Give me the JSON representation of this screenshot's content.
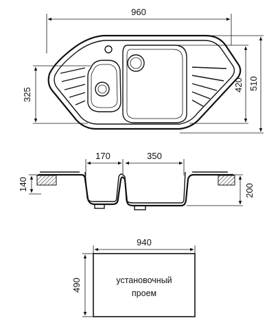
{
  "top_view": {
    "overall_width": "960",
    "overall_depth": "510",
    "main_bowl_depth": "420",
    "small_bowl_depth": "325"
  },
  "section_view": {
    "small_bowl_width": "170",
    "main_bowl_width": "350",
    "edge_height": "140",
    "bowl_depth": "200"
  },
  "cutout": {
    "width": "940",
    "height": "490",
    "label_line1": "установочный",
    "label_line2": "проем"
  }
}
